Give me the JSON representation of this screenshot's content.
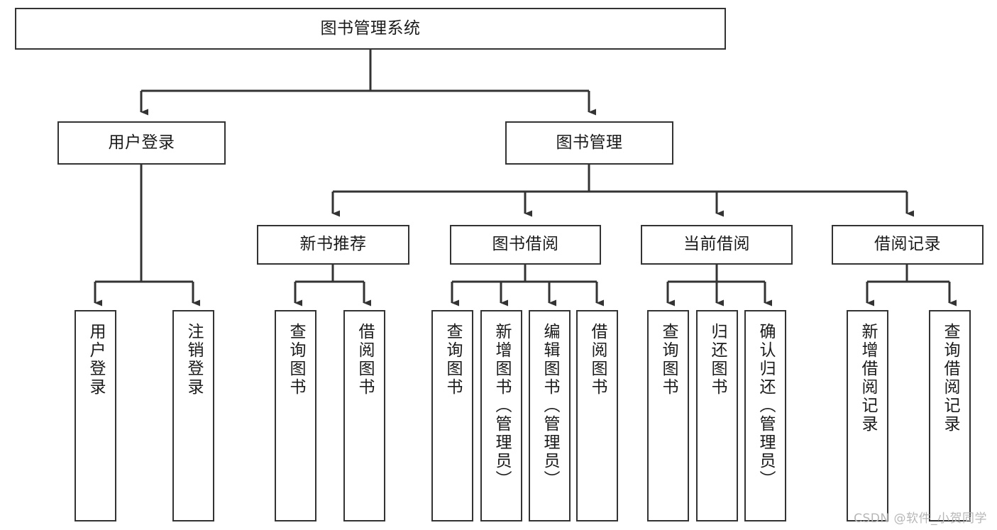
{
  "diagram": {
    "title": "图书管理系统",
    "type": "tree-hierarchy-chart",
    "orientation": "top-down",
    "colors": {
      "box_border": "#333333",
      "box_fill": "#ffffff",
      "connector": "#333333",
      "text": "#1a1a1a",
      "watermark": "#b7b7b7",
      "background": "#ffffff"
    }
  },
  "root": {
    "label": "图书管理系统"
  },
  "level2": [
    {
      "label": "用户登录"
    },
    {
      "label": "图书管理"
    }
  ],
  "level3": [
    {
      "label": "新书推荐"
    },
    {
      "label": "图书借阅"
    },
    {
      "label": "当前借阅"
    },
    {
      "label": "借阅记录"
    }
  ],
  "leaves": {
    "user_login": [
      {
        "label": "用户登录"
      },
      {
        "label": "注销登录"
      }
    ],
    "new_book_recommend": [
      {
        "label": "查询图书"
      },
      {
        "label": "借阅图书"
      }
    ],
    "book_borrow": [
      {
        "label": "查询图书"
      },
      {
        "label": "新增图书（管理员）"
      },
      {
        "label": "编辑图书（管理员）"
      },
      {
        "label": "借阅图书"
      }
    ],
    "current_borrow": [
      {
        "label": "查询图书"
      },
      {
        "label": "归还图书"
      },
      {
        "label": "确认归还（管理员）"
      }
    ],
    "borrow_record": [
      {
        "label": "新增借阅记录"
      },
      {
        "label": "查询借阅记录"
      }
    ]
  },
  "watermark": {
    "text": "CSDN @软件_小贺同学"
  }
}
